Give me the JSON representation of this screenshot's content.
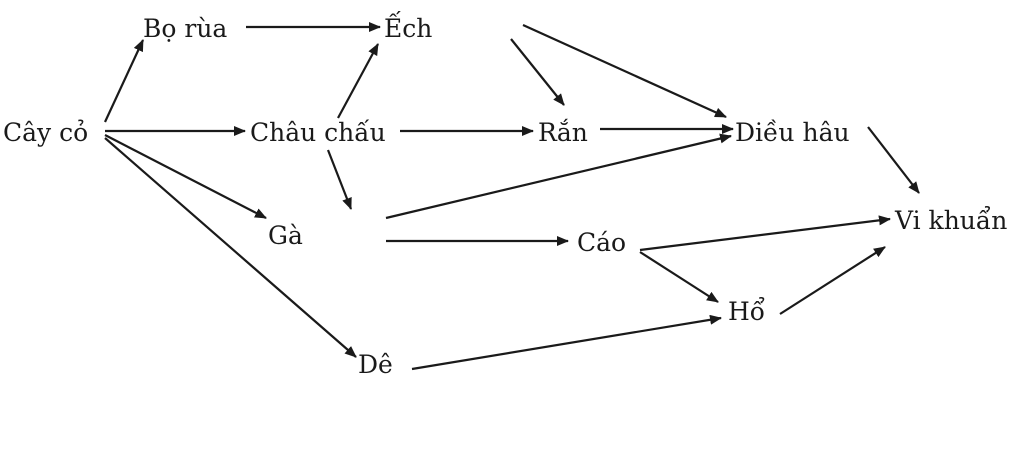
{
  "diagram": {
    "nodes": {
      "cay_co": "Cây cỏ",
      "bo_rua": "Bọ rùa",
      "ech": "Ếch",
      "chau_chau": "Châu chấu",
      "ran": "Rắn",
      "dieu_hau": "Diều hâu",
      "ga": "Gà",
      "cao": "Cáo",
      "vi_khuan": "Vi khuẩn",
      "ho": "Hổ",
      "de": "Dê"
    },
    "edges": [
      [
        "cay_co",
        "bo_rua"
      ],
      [
        "cay_co",
        "chau_chau"
      ],
      [
        "cay_co",
        "ga"
      ],
      [
        "cay_co",
        "de"
      ],
      [
        "bo_rua",
        "ech"
      ],
      [
        "chau_chau",
        "ech"
      ],
      [
        "chau_chau",
        "ran"
      ],
      [
        "chau_chau",
        "ga"
      ],
      [
        "ech",
        "ran"
      ],
      [
        "ech",
        "dieu_hau"
      ],
      [
        "ran",
        "dieu_hau"
      ],
      [
        "ga",
        "dieu_hau"
      ],
      [
        "ga",
        "cao"
      ],
      [
        "dieu_hau",
        "vi_khuan"
      ],
      [
        "cao",
        "vi_khuan"
      ],
      [
        "cao",
        "ho"
      ],
      [
        "ho",
        "vi_khuan"
      ],
      [
        "de",
        "ho"
      ]
    ]
  }
}
